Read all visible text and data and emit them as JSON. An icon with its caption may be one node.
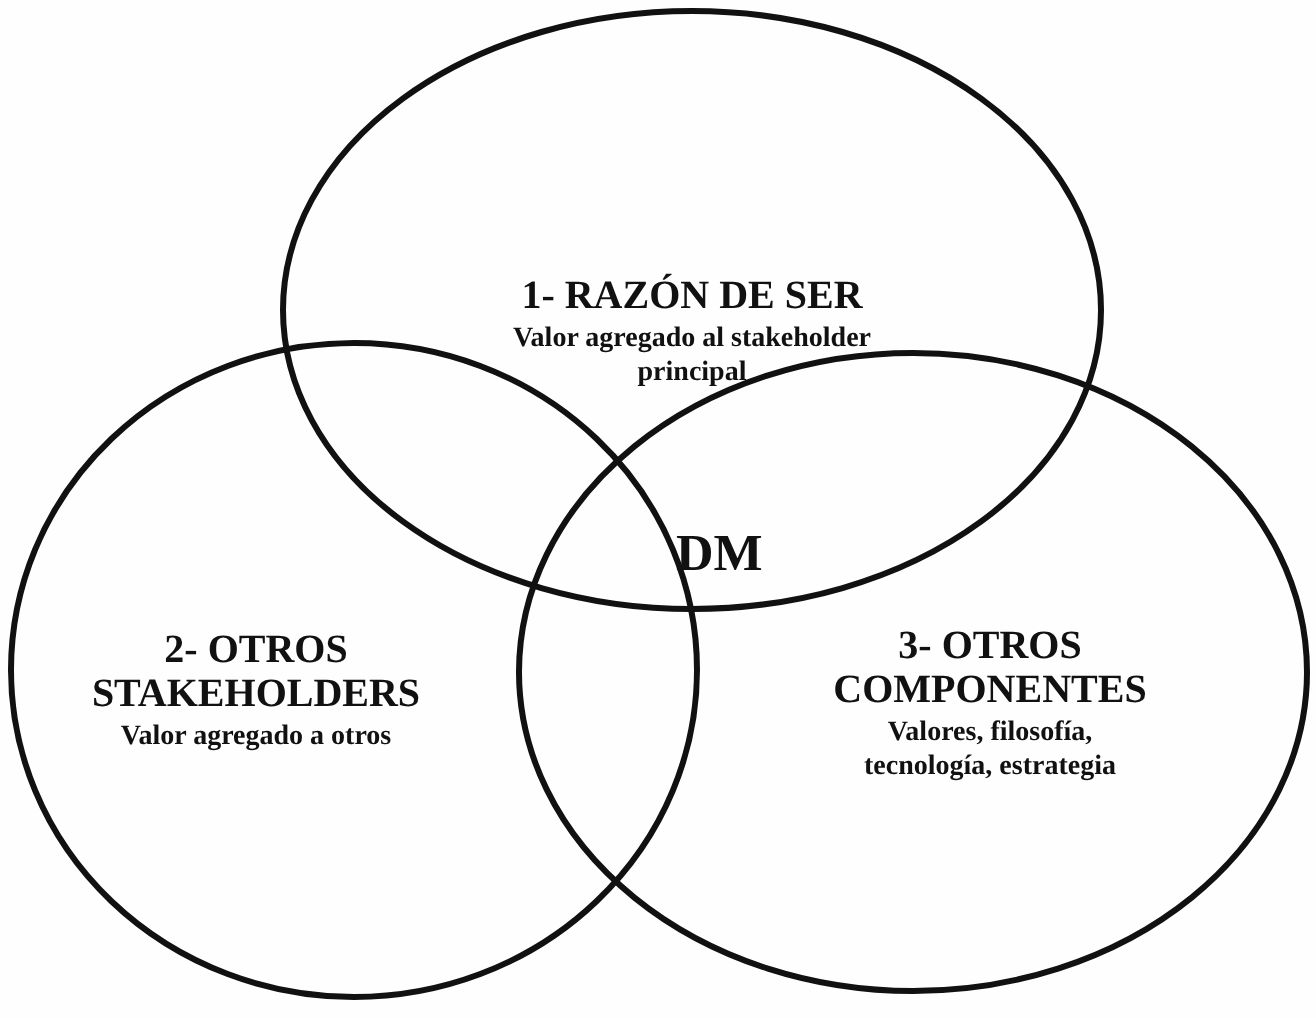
{
  "diagram": {
    "nodes": [
      {
        "text": [
          "1- RAZÓN DE SER",
          "Valor agregado al stakeholder principal"
        ]
      },
      {
        "text": [
          "2- OTROS STAKEHOLDERS",
          "Valor agregado a otros"
        ]
      },
      {
        "text": [
          "3- OTROS COMPONENTES",
          "Valores, filosofía, tecnología, estrategia"
        ]
      }
    ],
    "labels": [
      "DM"
    ]
  }
}
